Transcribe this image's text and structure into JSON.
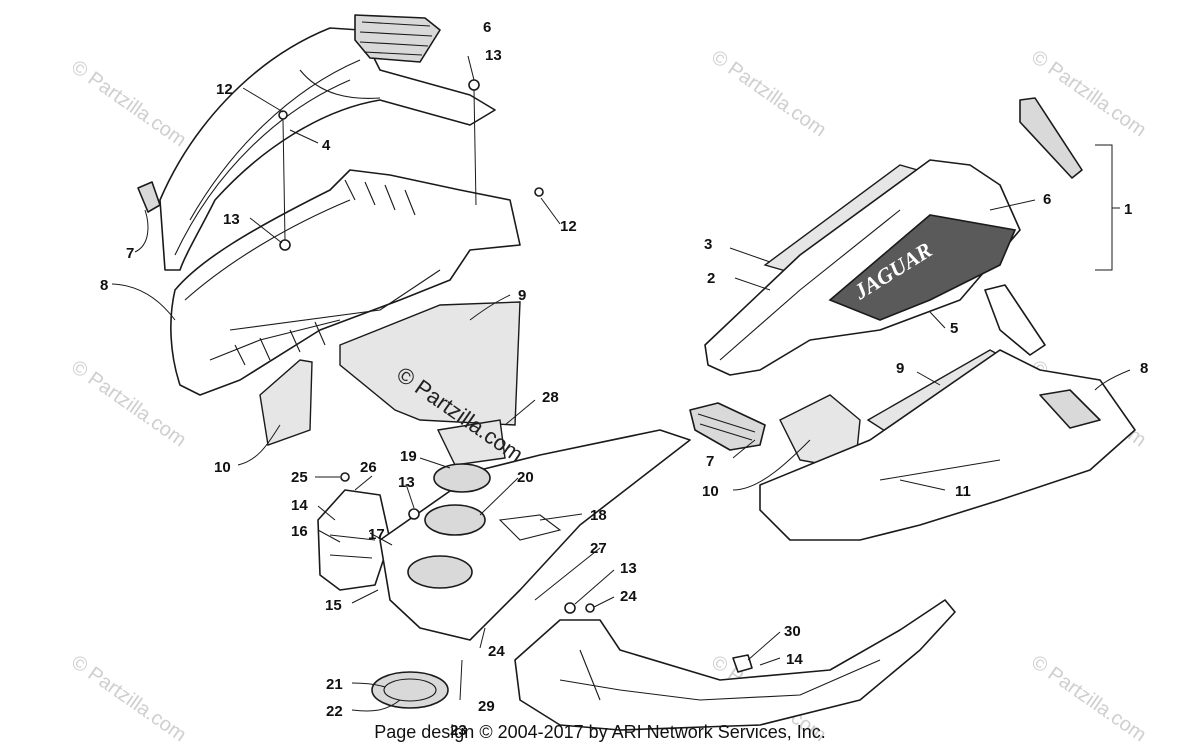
{
  "diagram": {
    "footer_text": "Page design © 2004-2017 by ARI Network Services, Inc.",
    "watermark_text": "© Partzilla.com",
    "center_watermark_text": "© Partzilla.com",
    "logo_text": "JAGUAR",
    "callouts": {
      "c1": "1",
      "c2": "2",
      "c3": "3",
      "c4": "4",
      "c5": "5",
      "c6a": "6",
      "c6b": "6",
      "c7a": "7",
      "c7b": "7",
      "c8a": "8",
      "c8b": "8",
      "c9a": "9",
      "c9b": "9",
      "c10a": "10",
      "c10b": "10",
      "c11": "11",
      "c12a": "12",
      "c12b": "12",
      "c13a": "13",
      "c13b": "13",
      "c13c": "13",
      "c13d": "13",
      "c14a": "14",
      "c14b": "14",
      "c15": "15",
      "c16": "16",
      "c17": "17",
      "c18": "18",
      "c19": "19",
      "c20": "20",
      "c21": "21",
      "c22": "22",
      "c23": "23",
      "c24a": "24",
      "c24b": "24",
      "c25": "25",
      "c26": "26",
      "c27": "27",
      "c28": "28",
      "c29": "29",
      "c30": "30"
    }
  }
}
